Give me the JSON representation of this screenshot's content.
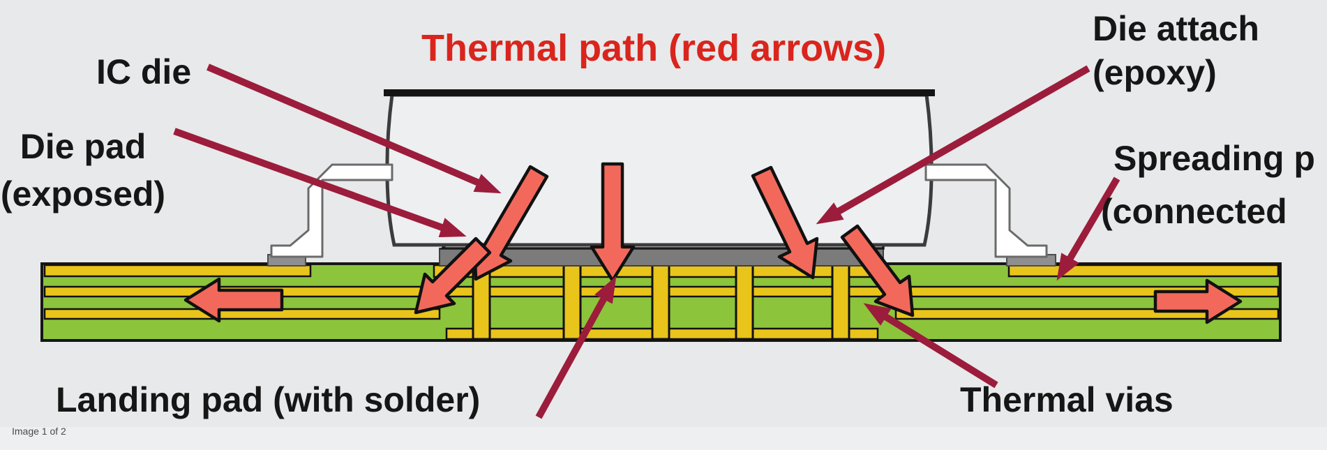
{
  "title": {
    "text": "Thermal path (red arrows)"
  },
  "labels": {
    "ic_die": "IC die",
    "die_pad": [
      "Die pad",
      "(exposed)"
    ],
    "die_attach": [
      "Die attach",
      "(epoxy)"
    ],
    "spreading": [
      "Spreading p",
      "(connected"
    ],
    "landing_pad": "Landing pad (with solder)",
    "thermal_vias": "Thermal vias"
  },
  "caption": {
    "image_counter": "Image 1 of 2"
  },
  "colors": {
    "background": "#e8e9ea",
    "title_red": "#d9251d",
    "label_black": "#161616",
    "leader_crimson": "#9c1c3c",
    "arrow_salmon": "#f2695c",
    "board_green": "#8cc43c",
    "copper_yellow": "#e9c41a",
    "die_pad_gray": "#7b7b7b",
    "solder_gray": "#8f8f8f",
    "package_white": "#edeff1"
  }
}
